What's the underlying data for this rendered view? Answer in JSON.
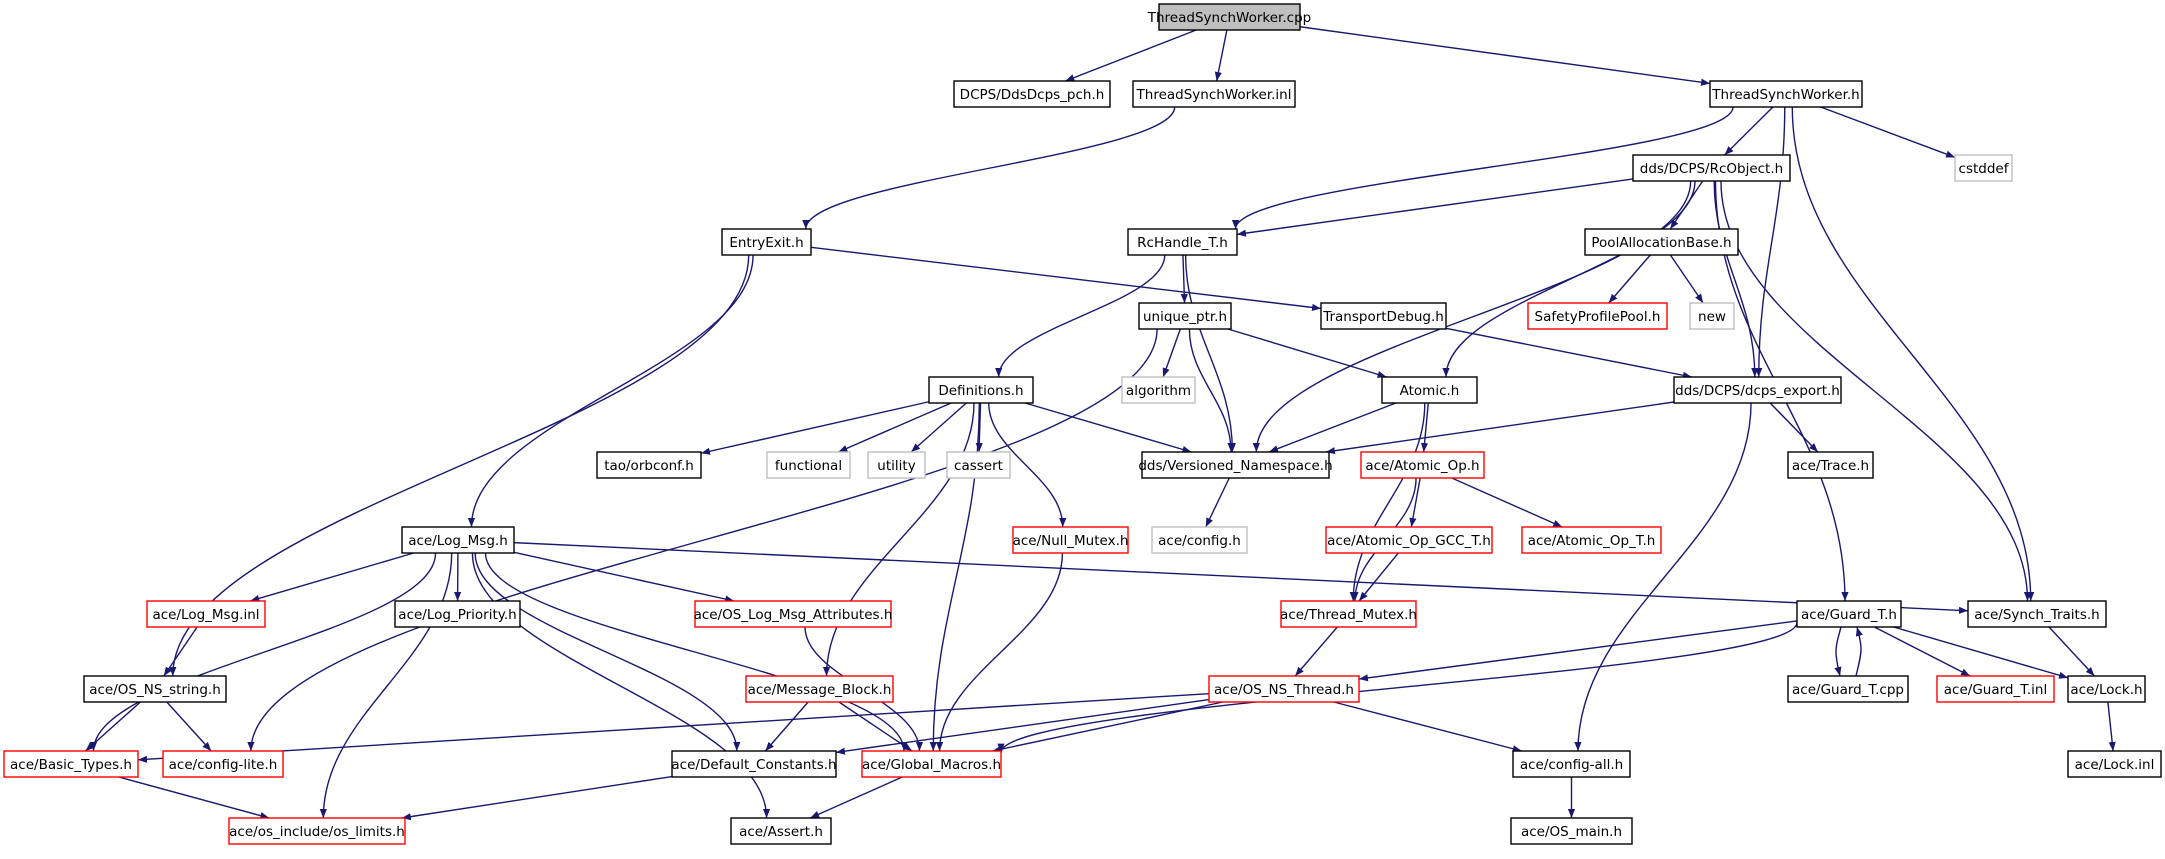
{
  "colors": {
    "edge": "#191970",
    "border_default": "#000000",
    "border_red": "#ff0000",
    "border_gray": "#bfbfbf",
    "root_fill": "#bfbfbf",
    "node_fill": "#ffffff"
  },
  "nodes": {
    "tsw_cpp": {
      "label": "ThreadSynchWorker.cpp",
      "style": "root"
    },
    "dcps_pch": {
      "label": "DCPS/DdsDcps_pch.h",
      "style": "normal"
    },
    "tsw_inl": {
      "label": "ThreadSynchWorker.inl",
      "style": "normal"
    },
    "tsw_h": {
      "label": "ThreadSynchWorker.h",
      "style": "normal"
    },
    "rcobject": {
      "label": "dds/DCPS/RcObject.h",
      "style": "normal"
    },
    "cstddef": {
      "label": "cstddef",
      "style": "gray"
    },
    "entryexit": {
      "label": "EntryExit.h",
      "style": "normal"
    },
    "rchandle": {
      "label": "RcHandle_T.h",
      "style": "normal"
    },
    "poolalloc": {
      "label": "PoolAllocationBase.h",
      "style": "normal"
    },
    "uniqueptr": {
      "label": "unique_ptr.h",
      "style": "normal"
    },
    "transdebug": {
      "label": "TransportDebug.h",
      "style": "normal"
    },
    "safetypool": {
      "label": "SafetyProfilePool.h",
      "style": "red"
    },
    "new": {
      "label": "new",
      "style": "gray"
    },
    "algorithm": {
      "label": "algorithm",
      "style": "gray"
    },
    "definitions": {
      "label": "Definitions.h",
      "style": "normal"
    },
    "atomic": {
      "label": "Atomic.h",
      "style": "normal"
    },
    "dcpsexport": {
      "label": "dds/DCPS/dcps_export.h",
      "style": "normal"
    },
    "orbconf": {
      "label": "tao/orbconf.h",
      "style": "normal"
    },
    "functional": {
      "label": "functional",
      "style": "gray"
    },
    "utility": {
      "label": "utility",
      "style": "gray"
    },
    "cassert": {
      "label": "cassert",
      "style": "gray"
    },
    "versioned": {
      "label": "dds/Versioned_Namespace.h",
      "style": "normal"
    },
    "atomicop": {
      "label": "ace/Atomic_Op.h",
      "style": "red"
    },
    "trace": {
      "label": "ace/Trace.h",
      "style": "normal"
    },
    "logmsg": {
      "label": "ace/Log_Msg.h",
      "style": "normal"
    },
    "nullmutex": {
      "label": "ace/Null_Mutex.h",
      "style": "red"
    },
    "config": {
      "label": "ace/config.h",
      "style": "gray"
    },
    "atomicgcc": {
      "label": "ace/Atomic_Op_GCC_T.h",
      "style": "red"
    },
    "atomicopt": {
      "label": "ace/Atomic_Op_T.h",
      "style": "red"
    },
    "logmsginl": {
      "label": "ace/Log_Msg.inl",
      "style": "red"
    },
    "logprio": {
      "label": "ace/Log_Priority.h",
      "style": "normal"
    },
    "oslogattr": {
      "label": "ace/OS_Log_Msg_Attributes.h",
      "style": "red"
    },
    "threadmutex": {
      "label": "ace/Thread_Mutex.h",
      "style": "red"
    },
    "guardt": {
      "label": "ace/Guard_T.h",
      "style": "normal"
    },
    "synchtraits": {
      "label": "ace/Synch_Traits.h",
      "style": "normal"
    },
    "osnsstring": {
      "label": "ace/OS_NS_string.h",
      "style": "normal"
    },
    "msgblock": {
      "label": "ace/Message_Block.h",
      "style": "red"
    },
    "osnsthread": {
      "label": "ace/OS_NS_Thread.h",
      "style": "red"
    },
    "guardcpp": {
      "label": "ace/Guard_T.cpp",
      "style": "normal"
    },
    "guardinl": {
      "label": "ace/Guard_T.inl",
      "style": "red"
    },
    "lock": {
      "label": "ace/Lock.h",
      "style": "normal"
    },
    "basictypes": {
      "label": "ace/Basic_Types.h",
      "style": "red"
    },
    "configlite": {
      "label": "ace/config-lite.h",
      "style": "red"
    },
    "defconst": {
      "label": "ace/Default_Constants.h",
      "style": "normal"
    },
    "globalmacros": {
      "label": "ace/Global_Macros.h",
      "style": "red"
    },
    "configall": {
      "label": "ace/config-all.h",
      "style": "normal"
    },
    "lockinl": {
      "label": "ace/Lock.inl",
      "style": "normal"
    },
    "oslimits": {
      "label": "ace/os_include/os_limits.h",
      "style": "red"
    },
    "assert": {
      "label": "ace/Assert.h",
      "style": "normal"
    },
    "osmain": {
      "label": "ace/OS_main.h",
      "style": "normal"
    }
  },
  "edges": [
    [
      "tsw_cpp",
      "dcps_pch"
    ],
    [
      "tsw_cpp",
      "tsw_inl"
    ],
    [
      "tsw_cpp",
      "tsw_h"
    ],
    [
      "tsw_inl",
      "entryexit"
    ],
    [
      "tsw_h",
      "rcobject"
    ],
    [
      "tsw_h",
      "cstddef"
    ],
    [
      "tsw_h",
      "rchandle"
    ],
    [
      "tsw_h",
      "dcpsexport"
    ],
    [
      "tsw_h",
      "synchtraits"
    ],
    [
      "rcobject",
      "rchandle"
    ],
    [
      "rcobject",
      "poolalloc"
    ],
    [
      "rcobject",
      "versioned"
    ],
    [
      "rcobject",
      "atomic"
    ],
    [
      "rcobject",
      "dcpsexport"
    ],
    [
      "rcobject",
      "guardt"
    ],
    [
      "rcobject",
      "synchtraits"
    ],
    [
      "entryexit",
      "transdebug"
    ],
    [
      "entryexit",
      "logmsg"
    ],
    [
      "entryexit",
      "osnsstring"
    ],
    [
      "rchandle",
      "uniqueptr"
    ],
    [
      "rchandle",
      "definitions"
    ],
    [
      "rchandle",
      "versioned"
    ],
    [
      "poolalloc",
      "safetypool"
    ],
    [
      "poolalloc",
      "new"
    ],
    [
      "uniqueptr",
      "algorithm"
    ],
    [
      "uniqueptr",
      "atomic"
    ],
    [
      "uniqueptr",
      "versioned"
    ],
    [
      "uniqueptr",
      "configlite"
    ],
    [
      "transdebug",
      "dcpsexport"
    ],
    [
      "definitions",
      "orbconf"
    ],
    [
      "definitions",
      "functional"
    ],
    [
      "definitions",
      "utility"
    ],
    [
      "definitions",
      "cassert"
    ],
    [
      "definitions",
      "versioned"
    ],
    [
      "definitions",
      "nullmutex"
    ],
    [
      "definitions",
      "msgblock"
    ],
    [
      "definitions",
      "globalmacros"
    ],
    [
      "atomic",
      "versioned"
    ],
    [
      "atomic",
      "atomicop"
    ],
    [
      "atomic",
      "threadmutex"
    ],
    [
      "dcpsexport",
      "versioned"
    ],
    [
      "dcpsexport",
      "trace"
    ],
    [
      "dcpsexport",
      "configall"
    ],
    [
      "versioned",
      "config"
    ],
    [
      "atomicop",
      "atomicgcc"
    ],
    [
      "atomicop",
      "atomicopt"
    ],
    [
      "atomicop",
      "threadmutex"
    ],
    [
      "atomicgcc",
      "threadmutex"
    ],
    [
      "logmsg",
      "logmsginl"
    ],
    [
      "logmsg",
      "logprio"
    ],
    [
      "logmsg",
      "oslogattr"
    ],
    [
      "logmsg",
      "synchtraits"
    ],
    [
      "logmsg",
      "basictypes"
    ],
    [
      "logmsg",
      "oslimits"
    ],
    [
      "logmsg",
      "defconst"
    ],
    [
      "logmsg",
      "globalmacros"
    ],
    [
      "logmsg",
      "assert"
    ],
    [
      "logmsginl",
      "osnsstring"
    ],
    [
      "nullmutex",
      "globalmacros"
    ],
    [
      "oslogattr",
      "globalmacros"
    ],
    [
      "threadmutex",
      "osnsthread"
    ],
    [
      "guardt",
      "osnsthread"
    ],
    [
      "guardt",
      "guardcpp"
    ],
    [
      "guardt",
      "guardinl"
    ],
    [
      "guardt",
      "lock"
    ],
    [
      "guardt",
      "globalmacros"
    ],
    [
      "guardcpp",
      "guardt"
    ],
    [
      "synchtraits",
      "lock"
    ],
    [
      "osnsstring",
      "basictypes"
    ],
    [
      "osnsstring",
      "configlite"
    ],
    [
      "msgblock",
      "defconst"
    ],
    [
      "msgblock",
      "globalmacros"
    ],
    [
      "osnsthread",
      "basictypes"
    ],
    [
      "osnsthread",
      "defconst"
    ],
    [
      "osnsthread",
      "globalmacros"
    ],
    [
      "osnsthread",
      "configall"
    ],
    [
      "lock",
      "lockinl"
    ],
    [
      "basictypes",
      "oslimits"
    ],
    [
      "defconst",
      "oslimits"
    ],
    [
      "globalmacros",
      "assert"
    ],
    [
      "configall",
      "osmain"
    ]
  ]
}
